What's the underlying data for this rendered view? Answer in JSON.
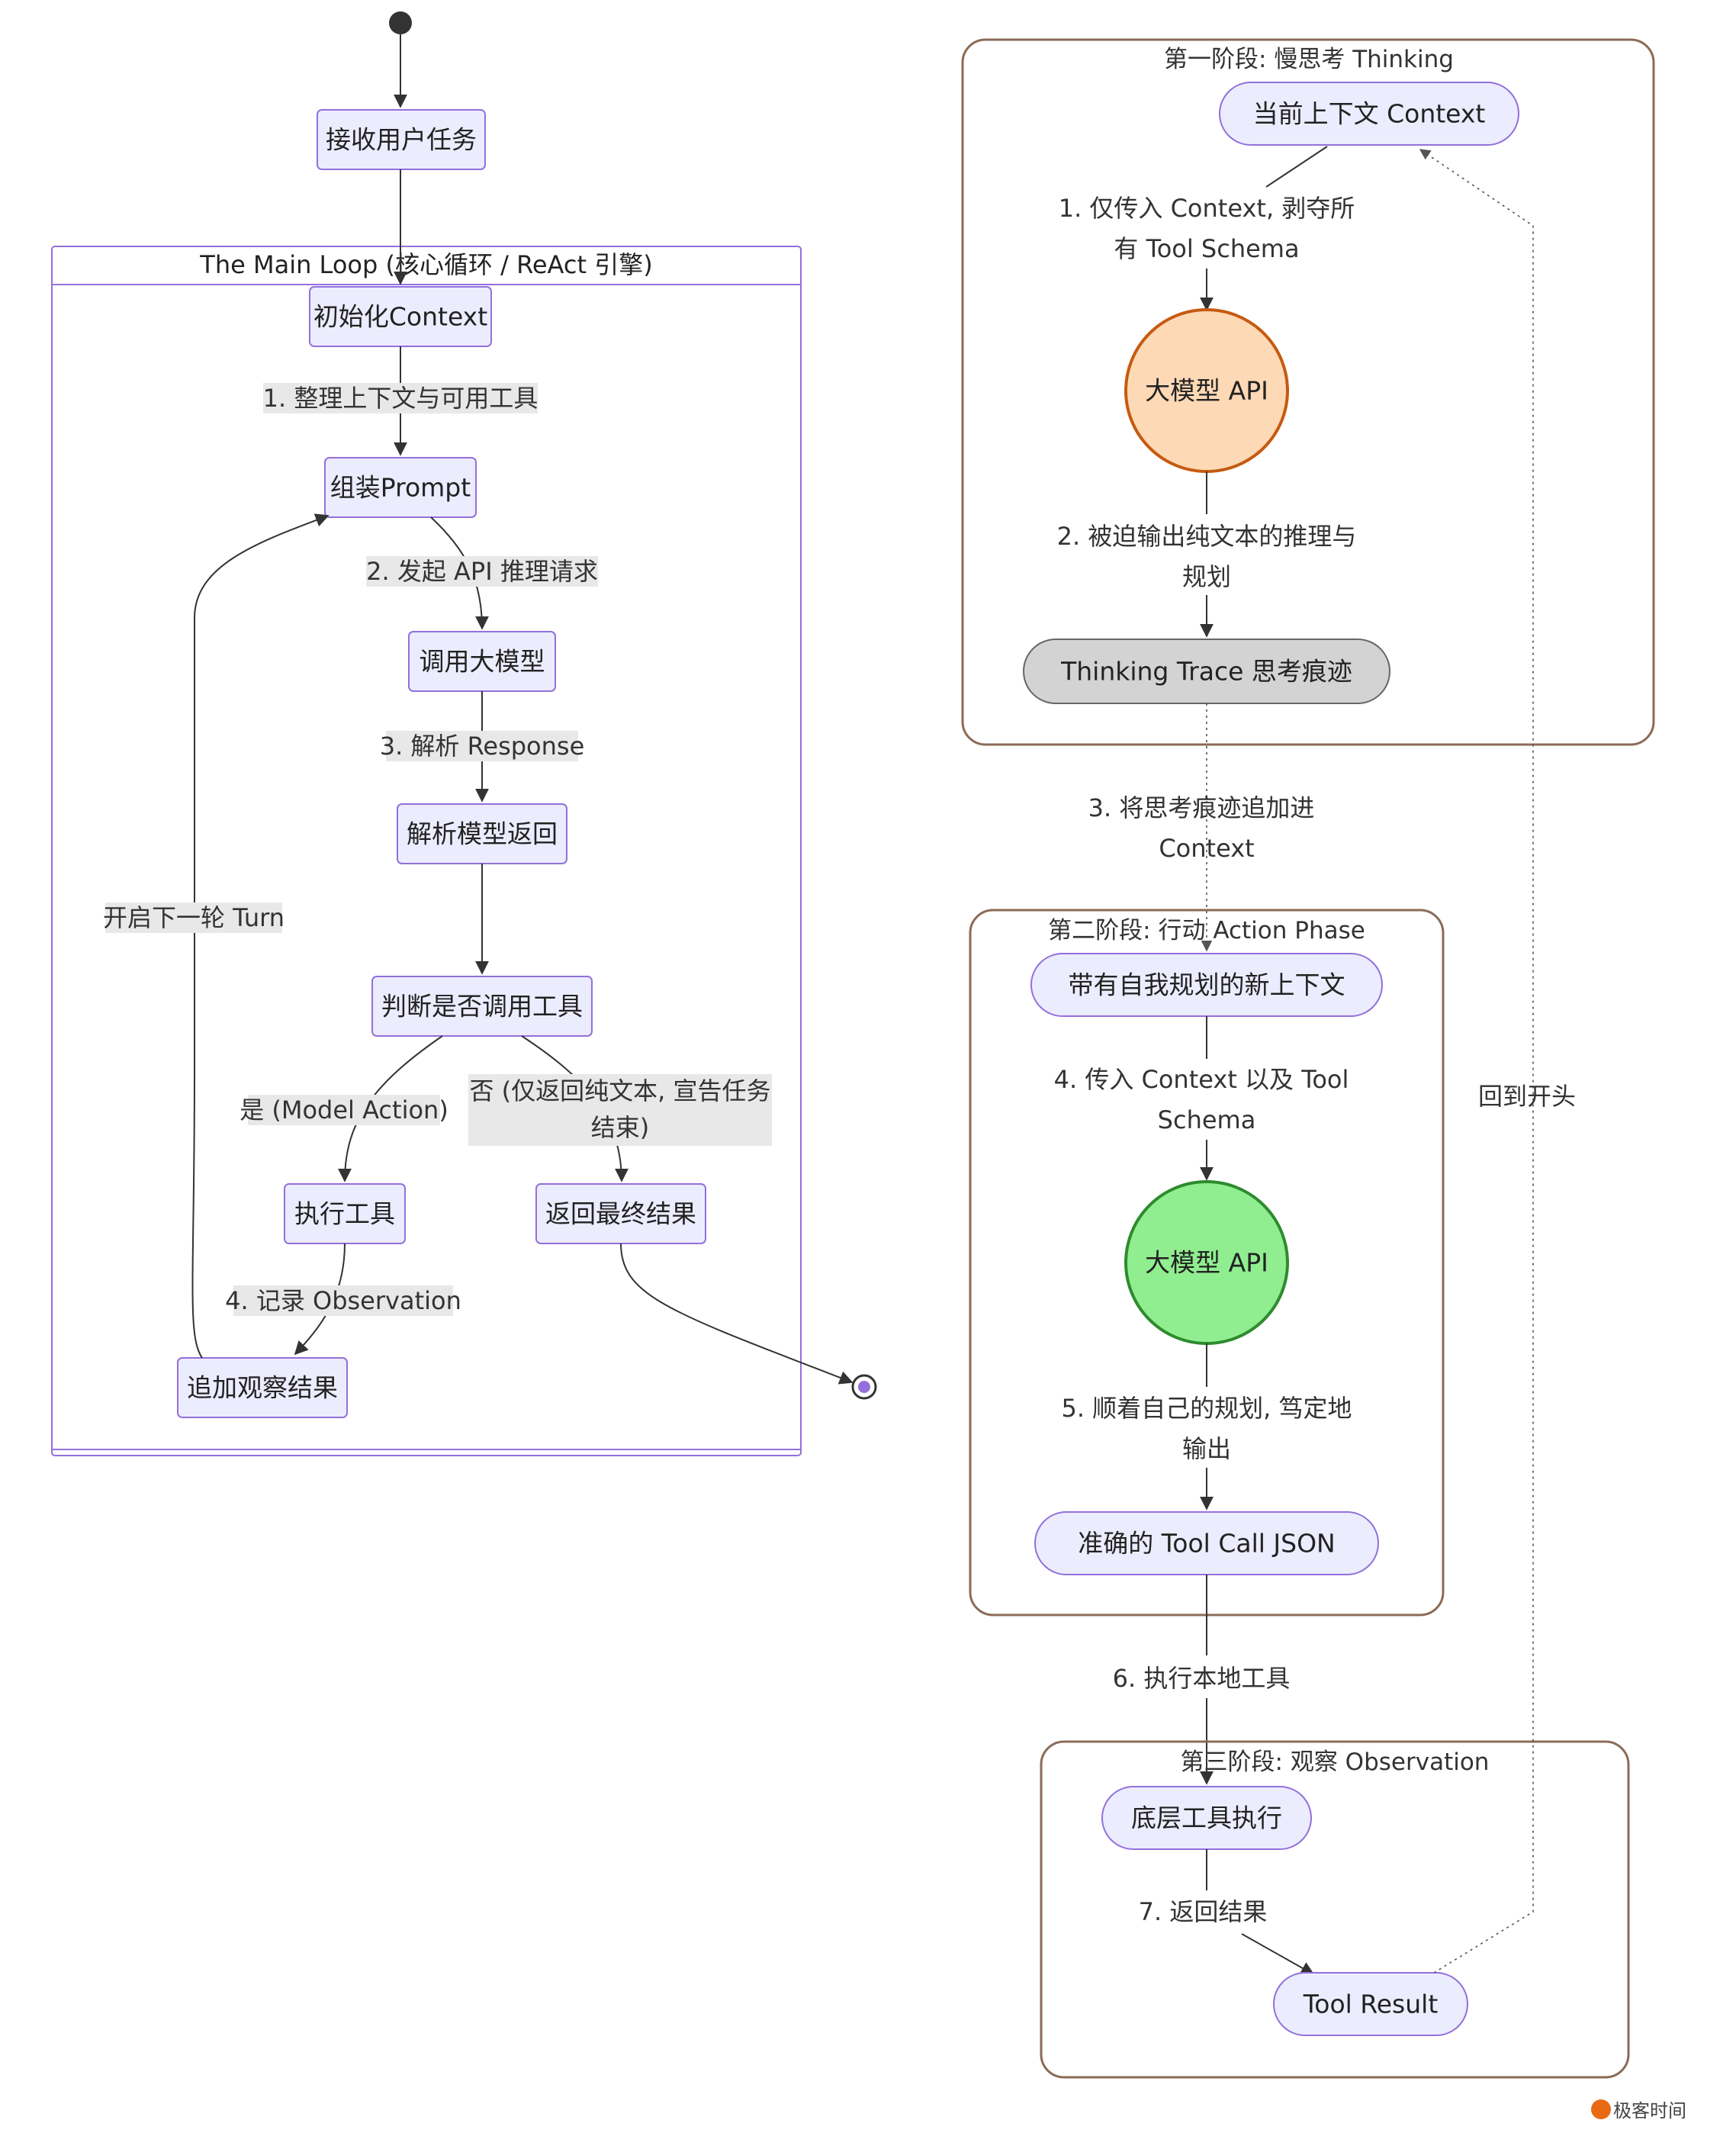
{
  "main_loop": {
    "title": "The Main Loop (核心循环 / ReAct 引擎)",
    "nodes": {
      "receive": "接收用户任务",
      "init": "初始化Context",
      "prompt": "组装Prompt",
      "call": "调用大模型",
      "parse": "解析模型返回",
      "decide": "判断是否调用工具",
      "exec": "执行工具",
      "final": "返回最终结果",
      "observe": "追加观察结果"
    },
    "edge_labels": {
      "e1": "1. 整理上下文与可用工具",
      "e2": "2. 发起 API 推理请求",
      "e3": "3. 解析 Response",
      "e4": "4. 记录 Observation",
      "yes": "是 (Model Action)",
      "no_line1": "否 (仅返回纯文本, 宣告任务",
      "no_line2": "结束)",
      "loop": "开启下一轮 Turn"
    }
  },
  "phase1": {
    "title": "第一阶段: 慢思考 Thinking",
    "context": "当前上下文 Context",
    "step1_line1": "1. 仅传入 Context, 剥夺所",
    "step1_line2": "有 Tool Schema",
    "api": "大模型 API",
    "step2_line1": "2. 被迫输出纯文本的推理与",
    "step2_line2": "规划",
    "trace": "Thinking Trace 思考痕迹"
  },
  "transition": {
    "step3_line1": "3. 将思考痕迹追加进",
    "step3_line2": "Context",
    "step6": "6. 执行本地工具",
    "back": "回到开头"
  },
  "phase2": {
    "title": "第二阶段: 行动 Action Phase",
    "context": "带有自我规划的新上下文",
    "step4_line1": "4. 传入 Context 以及 Tool",
    "step4_line2": "Schema",
    "api": "大模型 API",
    "step5_line1": "5. 顺着自己的规划, 笃定地",
    "step5_line2": "输出",
    "tool_call": "准确的 Tool Call JSON"
  },
  "phase3": {
    "title": "第三阶段: 观察 Observation",
    "exec": "底层工具执行",
    "step7": "7. 返回结果",
    "result": "Tool Result"
  },
  "watermark": "极客时间",
  "colors": {
    "node_fill": "#ECECFF",
    "node_stroke": "#9370DB",
    "phase_border": "#8B6B57",
    "api_thinking": "#FDD9B5",
    "api_thinking_border": "#C65A10",
    "api_action": "#90EE90",
    "api_action_border": "#2E8B2E",
    "trace_fill": "#D3D3D3",
    "watermark_orange": "#E86A12"
  }
}
